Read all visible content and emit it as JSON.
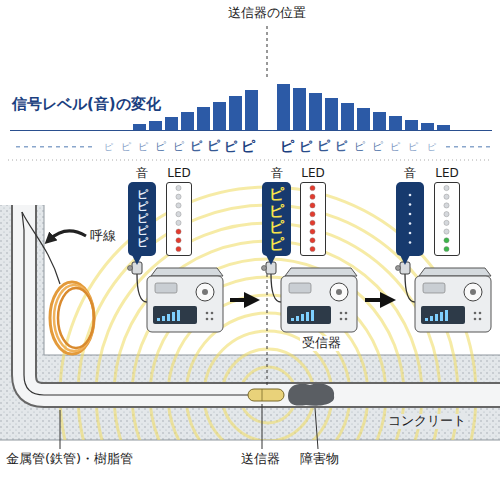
{
  "diagram": {
    "nodes": [
      {
        "text": [
          "音",
          "ピピピピピ"
        ]
      },
      {
        "text": [
          "LED"
        ]
      },
      {
        "text": [
          "音",
          "ピピピピ"
        ]
      },
      {
        "text": [
          "LED"
        ]
      },
      {
        "text": [
          "音"
        ]
      },
      {
        "text": [
          "LED"
        ]
      }
    ],
    "labels": [
      "送信器の位置",
      "信号レベル(音)の変化",
      "ピ",
      "ピ",
      "ピ",
      "ピ",
      "ピ",
      "ピ",
      "ピ",
      "ピ",
      "ピ",
      "ピ",
      "ピ",
      "ピ",
      "ピ",
      "ピ",
      "ピ",
      "ピ",
      "ピ",
      "ピ",
      "呼線",
      "受信器",
      "コンクリート",
      "金属管(鉄管)・樹脂管",
      "送信器",
      "障害物"
    ]
  }
}
